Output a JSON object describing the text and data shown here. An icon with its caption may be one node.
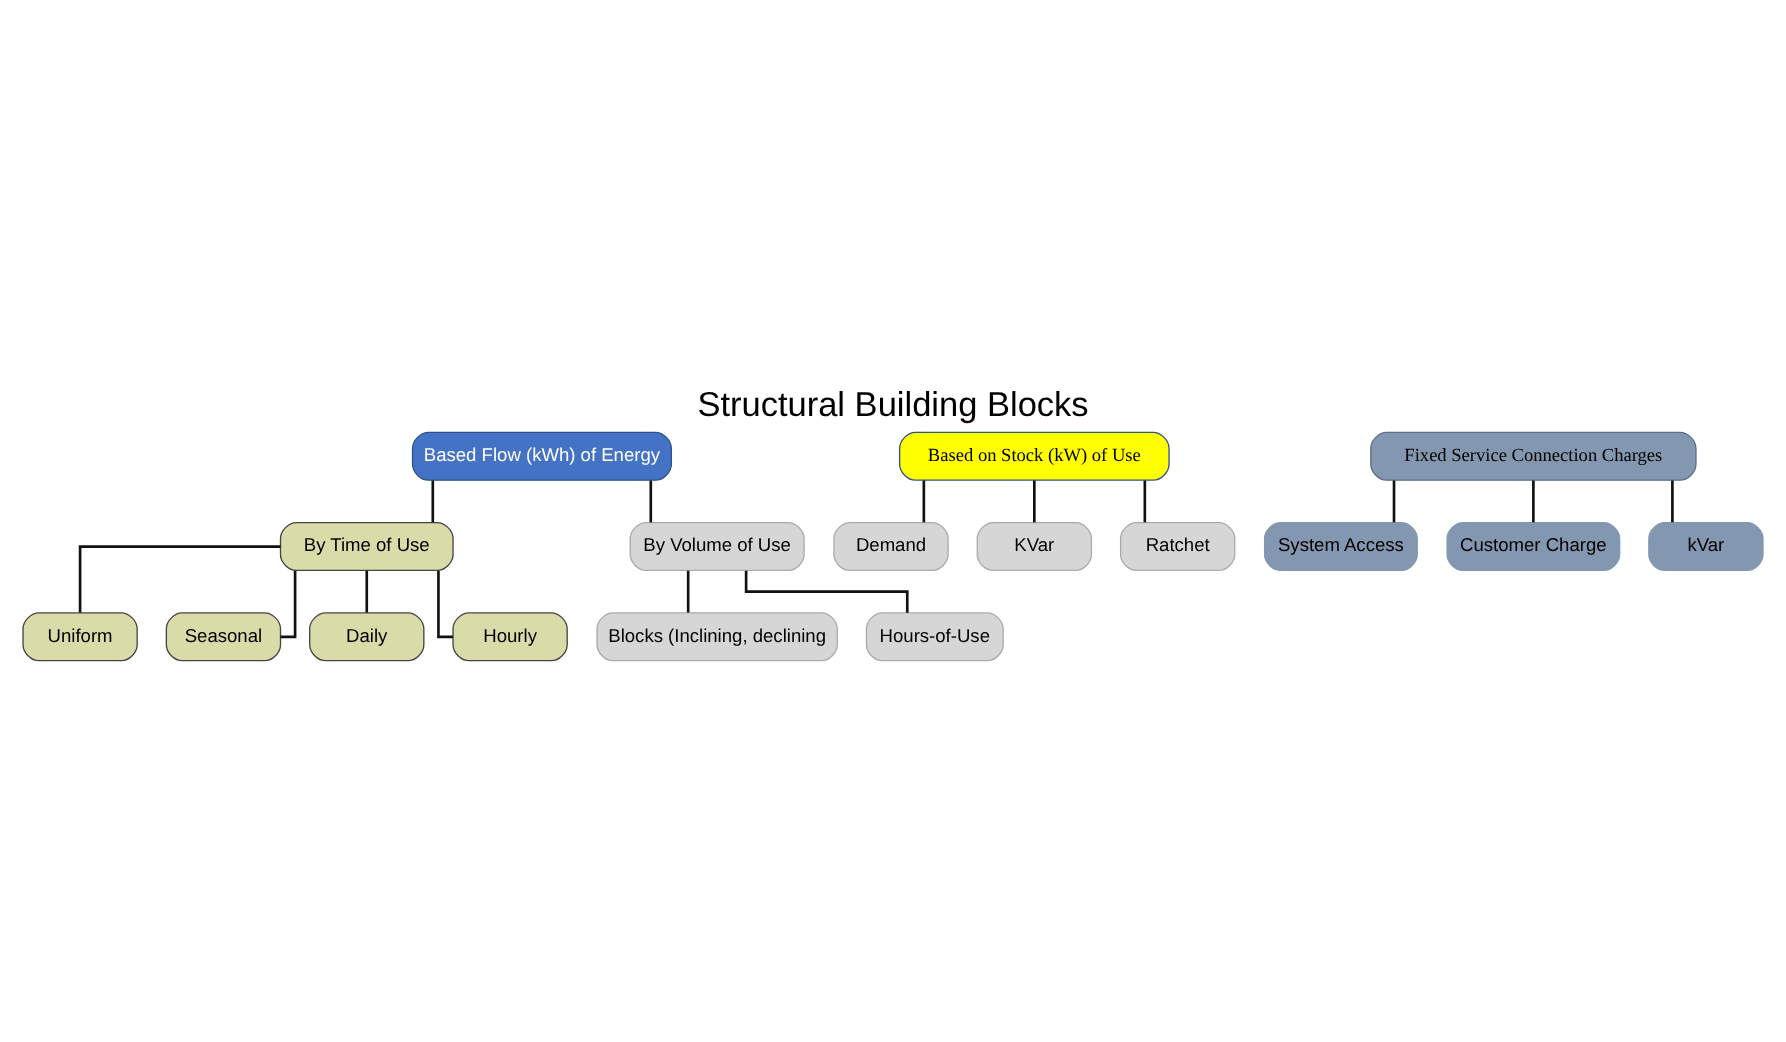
{
  "diagram": {
    "title": "Structural Building Blocks",
    "nodes": [
      {
        "text": [
          "Based Flow (kWh) of Energy"
        ]
      },
      {
        "text": [
          "By Time of Use"
        ]
      },
      {
        "text": [
          "By Volume of Use"
        ]
      },
      {
        "text": [
          "Uniform"
        ]
      },
      {
        "text": [
          "Seasonal"
        ]
      },
      {
        "text": [
          "Daily"
        ]
      },
      {
        "text": [
          "Hourly"
        ]
      },
      {
        "text": [
          "Blocks (Inclining, declining"
        ]
      },
      {
        "text": [
          "Hours-of-Use"
        ]
      },
      {
        "text": [
          "Based on Stock (kW) of Use"
        ]
      },
      {
        "text": [
          "Demand"
        ]
      },
      {
        "text": [
          "KVar"
        ]
      },
      {
        "text": [
          "Ratchet"
        ]
      },
      {
        "text": [
          "Fixed Service Connection Charges"
        ]
      },
      {
        "text": [
          "System Access"
        ]
      },
      {
        "text": [
          "Customer Charge"
        ]
      },
      {
        "text": [
          "kVar"
        ]
      }
    ],
    "edges": [
      {
        "from": 0,
        "to": 1,
        "arrow": "none"
      },
      {
        "from": 0,
        "to": 2,
        "arrow": "none"
      },
      {
        "from": 1,
        "to": 3,
        "arrow": "none"
      },
      {
        "from": 1,
        "to": 4,
        "arrow": "none"
      },
      {
        "from": 1,
        "to": 5,
        "arrow": "none"
      },
      {
        "from": 1,
        "to": 6,
        "arrow": "none"
      },
      {
        "from": 2,
        "to": 7,
        "arrow": "none"
      },
      {
        "from": 2,
        "to": 8,
        "arrow": "none"
      },
      {
        "from": 9,
        "to": 10,
        "arrow": "none"
      },
      {
        "from": 9,
        "to": 11,
        "arrow": "none"
      },
      {
        "from": 9,
        "to": 12,
        "arrow": "none"
      },
      {
        "from": 13,
        "to": 14,
        "arrow": "none"
      },
      {
        "from": 13,
        "to": 15,
        "arrow": "none"
      },
      {
        "from": 13,
        "to": 16,
        "arrow": "none"
      }
    ]
  }
}
